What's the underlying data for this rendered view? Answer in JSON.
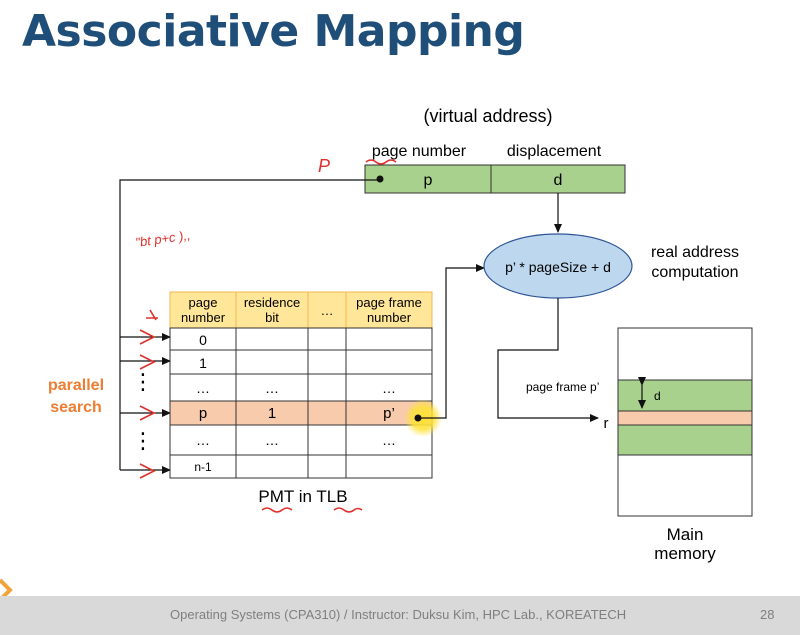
{
  "slide": {
    "title": "Associative Mapping",
    "virtual_address_label": "(virtual address)",
    "page_number_label": "page number",
    "displacement_label": "displacement",
    "va_p": "p",
    "va_d": "d",
    "formula": "p’ * pageSize + d",
    "real_address_line1": "real address",
    "real_address_line2": "computation",
    "table": {
      "headers": [
        [
          "page",
          "number"
        ],
        [
          "residence",
          "bit"
        ],
        [
          "…"
        ],
        [
          "page frame",
          "number"
        ]
      ],
      "rows": [
        [
          "0",
          "",
          "",
          ""
        ],
        [
          "1",
          "",
          "",
          ""
        ],
        [
          "…",
          "…",
          "",
          "…"
        ],
        [
          "p",
          "1",
          "",
          "p’"
        ],
        [
          "…",
          "…",
          "",
          "…"
        ],
        [
          "n-1",
          "",
          "",
          ""
        ]
      ],
      "caption": "PMT in TLB"
    },
    "parallel_line1": "parallel",
    "parallel_line2": "search",
    "vdots": "⋮",
    "page_frame_label": "page frame p’",
    "d_label": "d",
    "r_label": "r",
    "memory_line1": "Main",
    "memory_line2": "memory",
    "annotations": {
      "red_p": "P",
      "red_note": "\"bt p+c ),,"
    },
    "colors": {
      "title": "#1f4e79",
      "header_fill": "#ffe699",
      "header_stroke": "#f2b84b",
      "green": "#a9d18e",
      "oval": "#bdd7ee",
      "highlight_row": "#f8cbad",
      "orange_text": "#ed7d31",
      "red_ink": "#e0302a"
    }
  },
  "footer": {
    "text": "Operating Systems (CPA310) / Instructor: Duksu Kim, HPC Lab., KOREATECH",
    "page": "28"
  }
}
